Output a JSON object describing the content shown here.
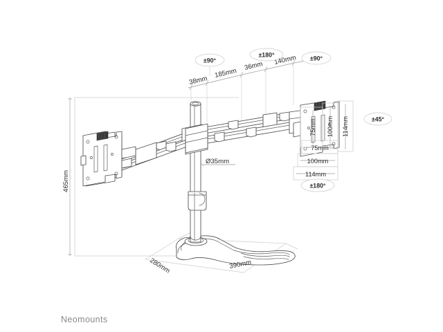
{
  "document": {
    "type": "technical-dimension-drawing",
    "subject": "dual monitor desk stand with pole and free-standing base",
    "background_color": "#ffffff",
    "line_color": "#4a4a4a",
    "construction_line_color": "#cfcfcf",
    "text_color": "#2b2b2b"
  },
  "brand": {
    "name": "Neomounts",
    "color": "#8a8a8a"
  },
  "dimensions": {
    "top_chain": [
      {
        "label": "38mm",
        "value": 38,
        "unit": "mm"
      },
      {
        "label": "185mm",
        "value": 185,
        "unit": "mm"
      },
      {
        "label": "36mm",
        "value": 36,
        "unit": "mm"
      },
      {
        "label": "140mm",
        "value": 140,
        "unit": "mm"
      }
    ],
    "height": {
      "label": "465mm",
      "value": 465,
      "unit": "mm",
      "orientation": "vertical"
    },
    "pole_diameter": {
      "label": "Ø35mm",
      "value": 35,
      "unit": "mm"
    },
    "base_depth": {
      "label": "280mm",
      "value": 280,
      "unit": "mm"
    },
    "base_width": {
      "label": "390mm",
      "value": 390,
      "unit": "mm"
    }
  },
  "vesa": {
    "vertical": [
      {
        "label": "75mm",
        "value": 75
      },
      {
        "label": "100mm",
        "value": 100
      },
      {
        "label": "114mm",
        "value": 114
      }
    ],
    "horizontal": [
      {
        "label": "75mm",
        "value": 75
      },
      {
        "label": "100mm",
        "value": 100
      },
      {
        "label": "114mm",
        "value": 114
      }
    ]
  },
  "rotation_badges": [
    {
      "id": "badge-pole-top",
      "label": "±90°",
      "position": "top-left-of-pole"
    },
    {
      "id": "badge-arm-joint",
      "label": "±180°",
      "position": "top-center"
    },
    {
      "id": "badge-tilt-head",
      "label": "±90°",
      "position": "top-right"
    },
    {
      "id": "badge-screen-tilt",
      "label": "±45°",
      "position": "right-of-monitor"
    },
    {
      "id": "badge-screen-rotate",
      "label": "±180°",
      "position": "below-right-monitor"
    }
  ]
}
